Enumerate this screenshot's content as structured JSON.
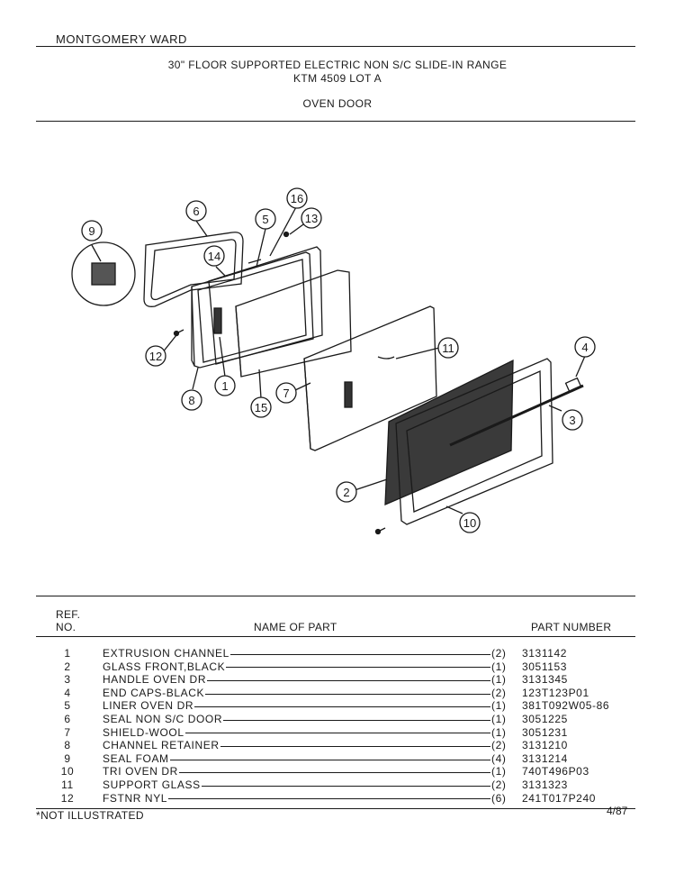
{
  "header": {
    "brand": "MONTGOMERY WARD",
    "title_line1": "30\" FLOOR SUPPORTED ELECTRIC NON S/C SLIDE-IN RANGE",
    "title_line2": "KTM 4509 LOT A",
    "section": "OVEN DOOR"
  },
  "diagram": {
    "callouts": [
      "16",
      "6",
      "5",
      "13",
      "9",
      "14",
      "11",
      "4",
      "12",
      "1",
      "8",
      "15",
      "7",
      "3",
      "2",
      "10"
    ]
  },
  "table": {
    "ref_label_1": "REF.",
    "ref_label_2": "NO.",
    "name_label": "NAME OF PART",
    "part_label": "PART NUMBER",
    "rows": [
      {
        "ref": "1",
        "name": "EXTRUSION CHANNEL",
        "qty": "(2)",
        "part": "3131142"
      },
      {
        "ref": "2",
        "name": "GLASS FRONT,BLACK",
        "qty": "(1)",
        "part": "3051153"
      },
      {
        "ref": "3",
        "name": "HANDLE OVEN DR",
        "qty": "(1)",
        "part": "3131345"
      },
      {
        "ref": "4",
        "name": "END CAPS-BLACK",
        "qty": "(2)",
        "part": "123T123P01"
      },
      {
        "ref": "5",
        "name": "LINER OVEN DR",
        "qty": "(1)",
        "part": "381T092W05-86"
      },
      {
        "ref": "6",
        "name": "SEAL NON S/C DOOR",
        "qty": "(1)",
        "part": "3051225"
      },
      {
        "ref": "7",
        "name": "SHIELD-WOOL",
        "qty": "(1)",
        "part": "3051231"
      },
      {
        "ref": "8",
        "name": "CHANNEL RETAINER",
        "qty": "(2)",
        "part": "3131210"
      },
      {
        "ref": "9",
        "name": "SEAL FOAM",
        "qty": "(4)",
        "part": "3131214"
      },
      {
        "ref": "10",
        "name": "TRI OVEN DR",
        "qty": "(1)",
        "part": "740T496P03"
      },
      {
        "ref": "11",
        "name": "SUPPORT GLASS",
        "qty": "(2)",
        "part": "3131323"
      },
      {
        "ref": "12",
        "name": "FSTNR NYL",
        "qty": "(6)",
        "part": "241T017P240"
      }
    ]
  },
  "footer": {
    "note": "*NOT ILLUSTRATED",
    "date": "4/87"
  }
}
